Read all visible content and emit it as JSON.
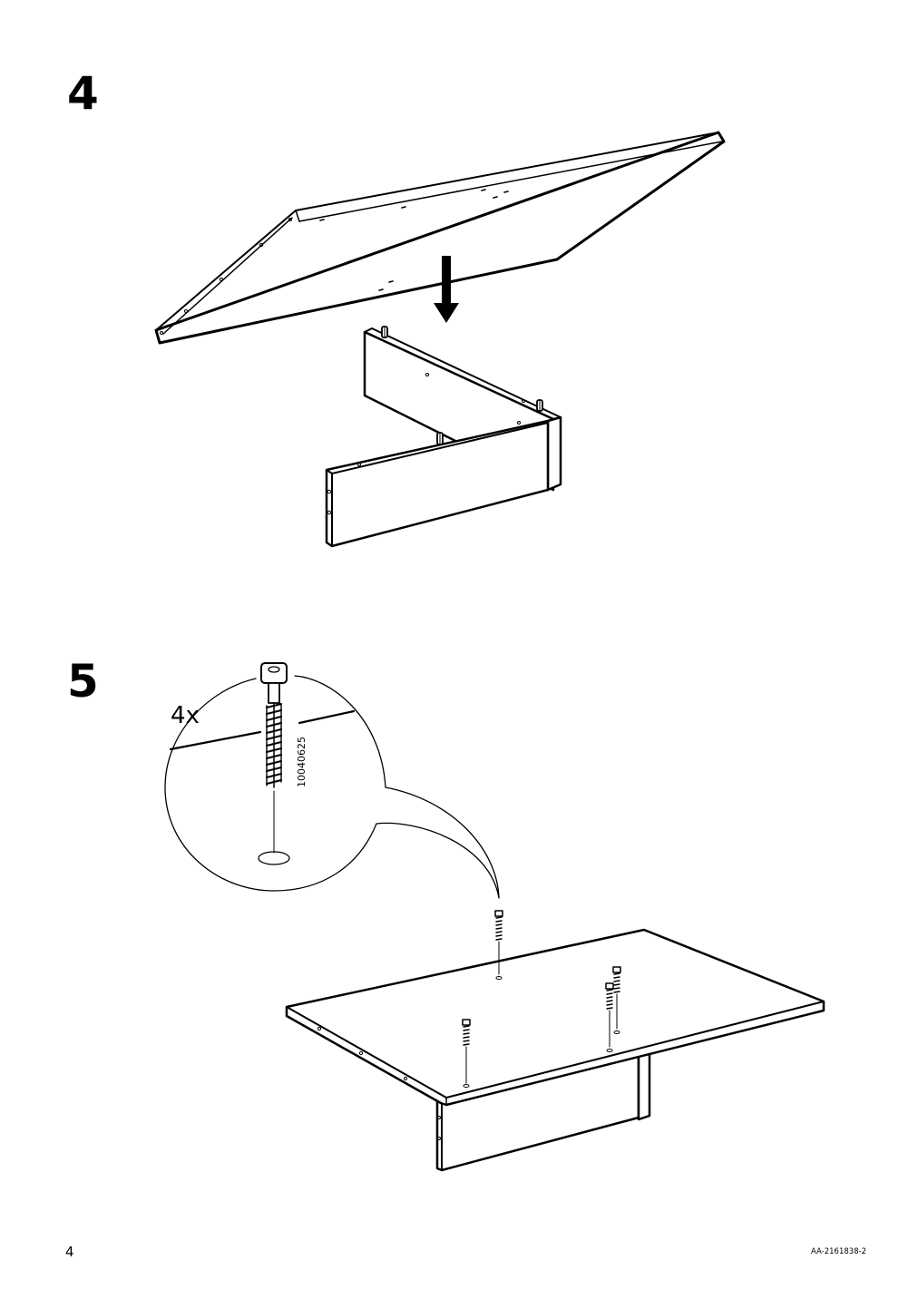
{
  "steps": [
    {
      "number": "4"
    },
    {
      "number": "5",
      "quantity": "4x",
      "part_number": "10040625"
    }
  ],
  "footer": {
    "page_number": "4",
    "document_code": "AA-2161838-2"
  },
  "icons": [
    "down-arrow-icon",
    "screw-icon"
  ]
}
